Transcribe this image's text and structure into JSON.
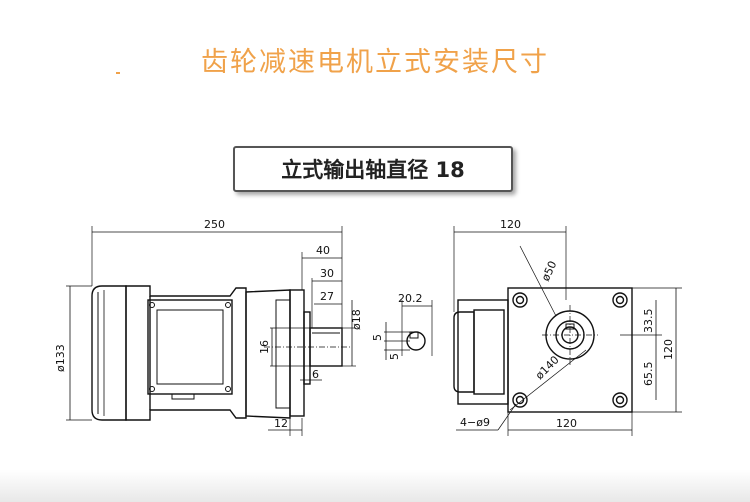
{
  "title": "齿轮减速电机立式安装尺寸",
  "subtitle": "立式输出轴直径 18",
  "dims": {
    "total_length": "250",
    "flange_40": "40",
    "flange_30": "30",
    "flange_27": "27",
    "shaft_dia": "ø18",
    "key_width": "20.2",
    "key_5a": "5",
    "key_5b": "5",
    "height_dia": "ø133",
    "dim_16": "16",
    "dim_6": "6",
    "dim_12": "12",
    "top_width": "120",
    "pilot_dia": "ø50",
    "pcd": "ø140",
    "v_33_5": "33.5",
    "v_65_5": "65.5",
    "v_120": "120",
    "holes": "4−ø9",
    "bottom_width": "120"
  }
}
